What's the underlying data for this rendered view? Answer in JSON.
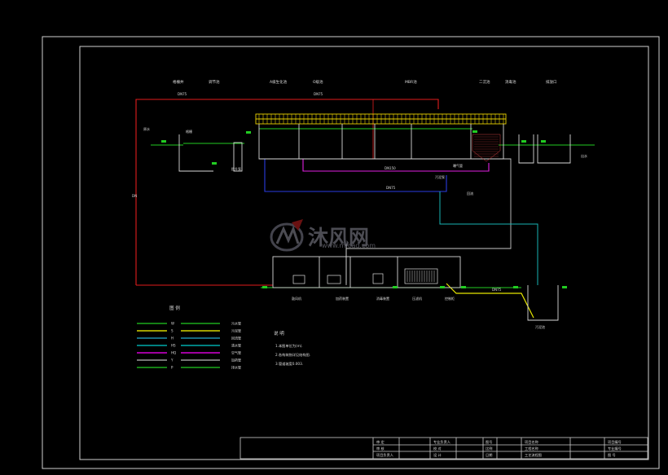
{
  "watermark": {
    "brand_cn": "沐风网",
    "url": "www.mfcad.com"
  },
  "top_labels": [
    "格栅井",
    "调节池",
    "A级生化池",
    "O级池",
    "MBR池",
    "二沉池",
    "消毒池",
    "排放口"
  ],
  "pipe_labels": {
    "top_main": "DN75",
    "top_mid": "DN75",
    "mid_a": "DN150",
    "mid_b": "DN75",
    "bottom_right": "DN75",
    "left_vertical": "DN"
  },
  "side_labels": {
    "inlet": "原水",
    "screen_chamber": "格栅",
    "pump_well": "提升泵",
    "outlet": "出水",
    "sludge_pump": "污泥泵",
    "reflux": "回流",
    "blower_pipe": "曝气管",
    "sludge_tank": "污泥池"
  },
  "equipment_labels": [
    "鼓风机",
    "加药装置",
    "消毒装置",
    "压滤机",
    "控制柜"
  ],
  "legend": {
    "title": "图 例",
    "items": [
      {
        "color": "#22cc22",
        "code": "W",
        "label": "污水管"
      },
      {
        "color": "#ffff00",
        "code": "S",
        "label": "污泥管"
      },
      {
        "color": "#22aacc",
        "code": "H",
        "label": "回流管"
      },
      {
        "color": "#00cccc",
        "code": "HS",
        "label": "清水管"
      },
      {
        "color": "#ff00ff",
        "code": "HQ",
        "label": "空气管"
      },
      {
        "color": "#bbbbbb",
        "code": "Y",
        "label": "加药管"
      },
      {
        "color": "#22cc22",
        "code": "P",
        "label": "排水管"
      }
    ]
  },
  "notes": {
    "title": "说 明",
    "lines": [
      "1.本图单位为(m).",
      "2.各构筑物详见结构图.",
      "3.管道坡度0.003."
    ]
  },
  "title_block": {
    "r1": [
      "审 定",
      "专业负责人",
      "图号",
      "项目名称",
      "项目编号"
    ],
    "r2": [
      "审 核",
      "校 对",
      "比例",
      "工程名称",
      "专业编号"
    ],
    "r3": [
      "项目负责人",
      "设 计",
      "日期",
      "工艺流程图",
      "图 号"
    ]
  }
}
